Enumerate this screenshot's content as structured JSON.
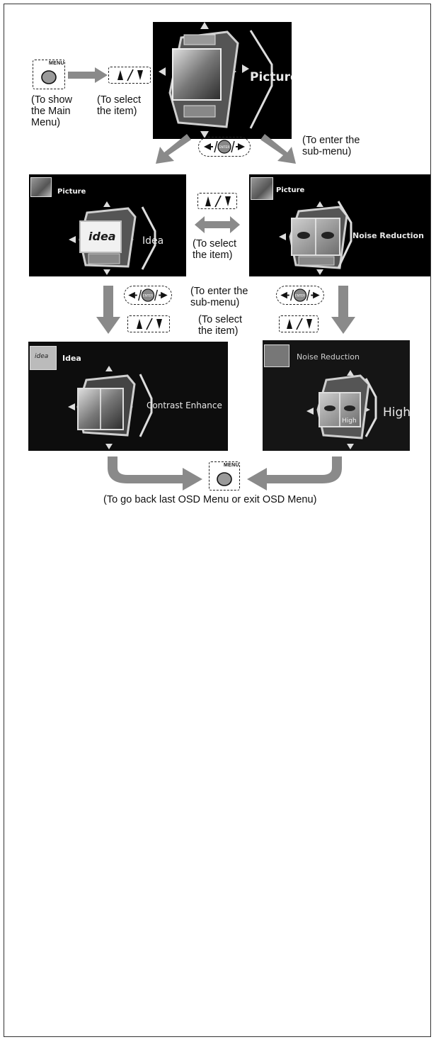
{
  "captions": {
    "show_main_menu": "(To show\nthe Main\nMenu)",
    "select_item_top": "(To select\nthe item)",
    "enter_submenu_top": "(To enter the\nsub-menu)",
    "select_item_middle": "(To select\nthe item)",
    "enter_submenu_middle": "(To enter the\nsub-menu)",
    "select_item_lower": "(To select\nthe item)",
    "go_back": "(To go back last OSD Menu or exit OSD Menu)"
  },
  "buttons": {
    "menu": "MENU",
    "enter": "ENTER"
  },
  "screens": {
    "main": {
      "item": "Picture"
    },
    "picture_idea": {
      "header": "Picture",
      "item": "Idea",
      "logo": "idea"
    },
    "picture_noise": {
      "header": "Picture",
      "item": "Noise Reduction"
    },
    "idea_contrast": {
      "header": "Idea",
      "item": "Contrast Enhance",
      "thumb_logo": "idea"
    },
    "noise_high": {
      "header": "Noise Reduction",
      "item": "High",
      "cube_text": "High"
    }
  },
  "colors": {
    "arrow_gray": "#8a8a8a",
    "screen_bg": "#000000"
  }
}
